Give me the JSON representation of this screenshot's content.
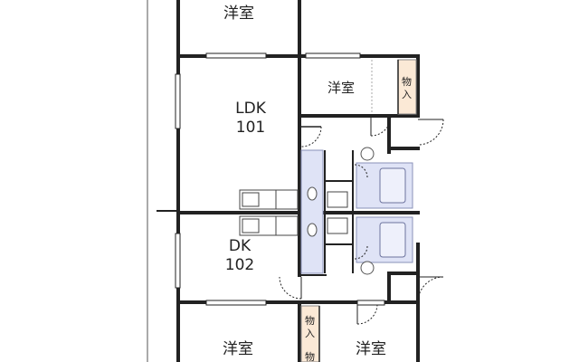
{
  "rooms": {
    "top_western": "洋室",
    "right_western_101": "洋室",
    "ldk_name": "LDK",
    "ldk_number": "101",
    "dk_name": "DK",
    "dk_number": "102",
    "bottom_western_left": "洋室",
    "bottom_western_right": "洋室"
  },
  "storage": {
    "closet_101_c1": "物",
    "closet_101_c2": "入",
    "closet_102_c1": "物",
    "closet_102_c2": "入",
    "closet_102_c3": "物"
  },
  "colors": {
    "wall": "#222222",
    "wet_area_fill": "#dfe3f6",
    "wet_area_stroke": "#8a90b8",
    "closet_fill": "#fbe9d6",
    "floor": "#ffffff"
  }
}
